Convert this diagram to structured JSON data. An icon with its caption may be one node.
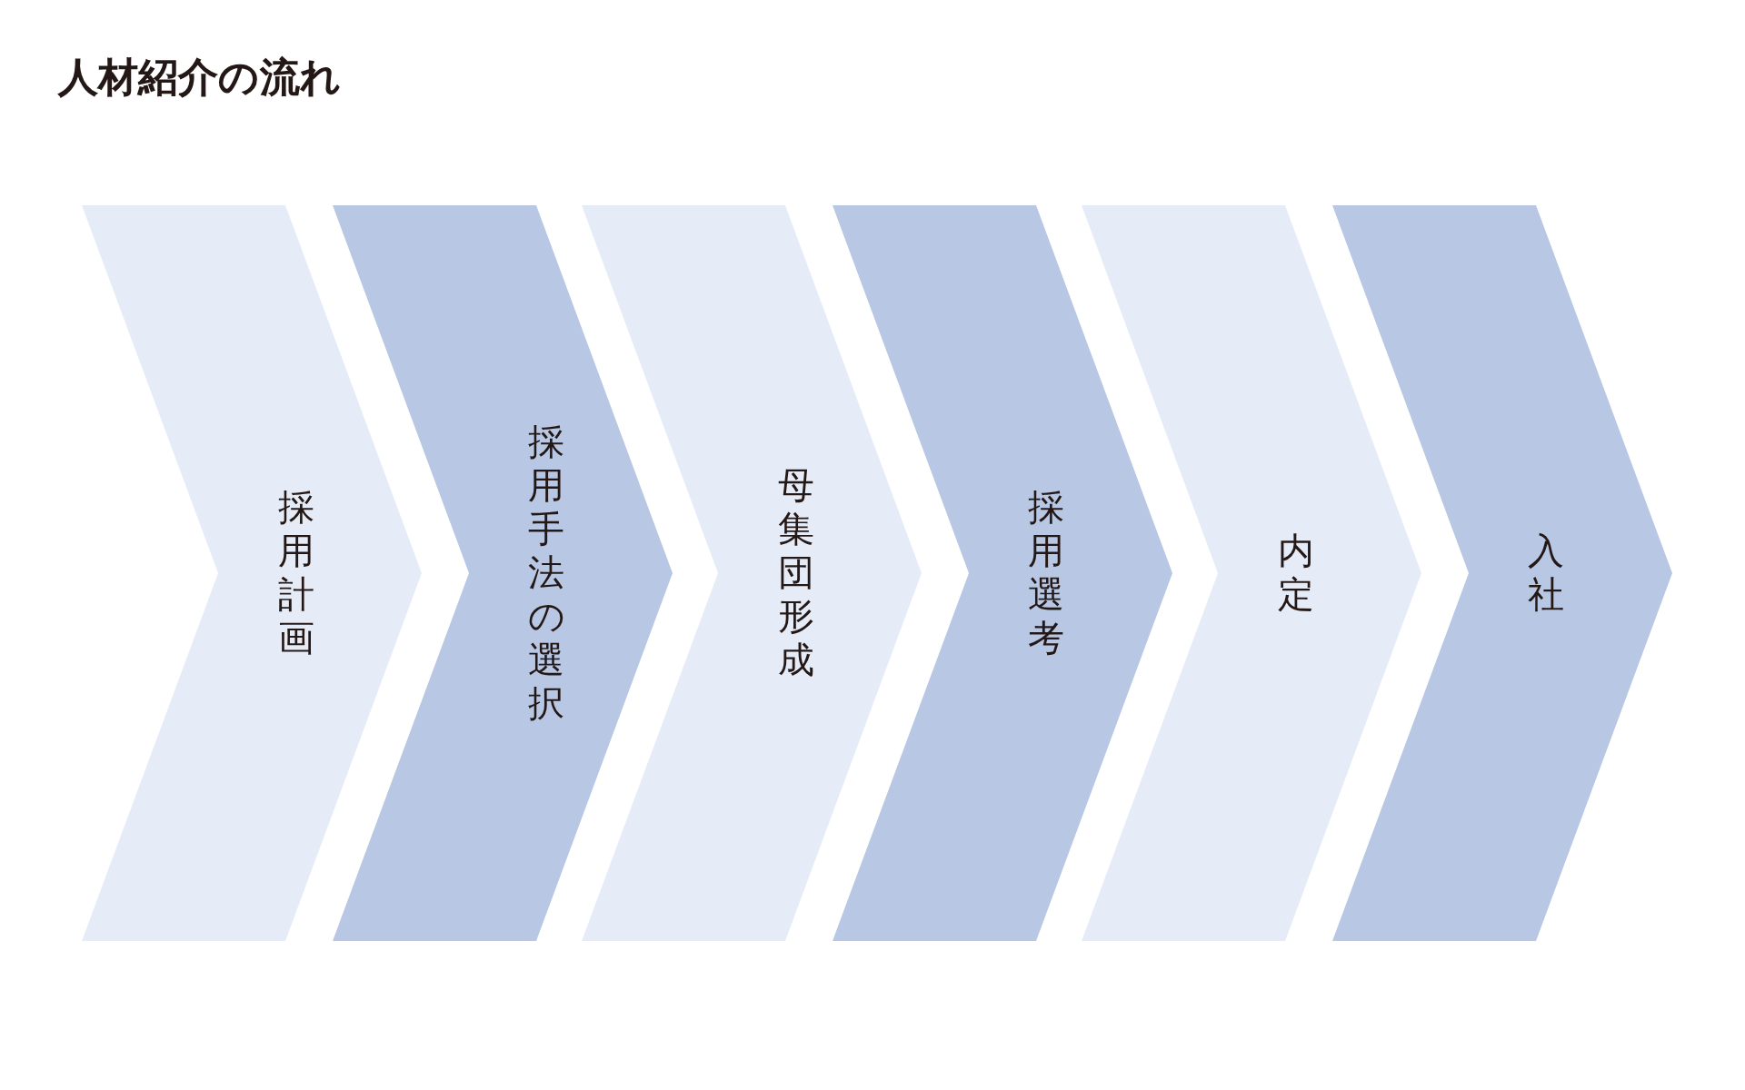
{
  "diagram": {
    "title": "人材紹介の流れ",
    "nodes": [
      {
        "text": [
          "採用計画"
        ]
      },
      {
        "text": [
          "採用手法の選択"
        ]
      },
      {
        "text": [
          "母集団形成"
        ]
      },
      {
        "text": [
          "採用選考"
        ]
      },
      {
        "text": [
          "内定"
        ]
      },
      {
        "text": [
          "入社"
        ]
      }
    ],
    "edges": []
  }
}
